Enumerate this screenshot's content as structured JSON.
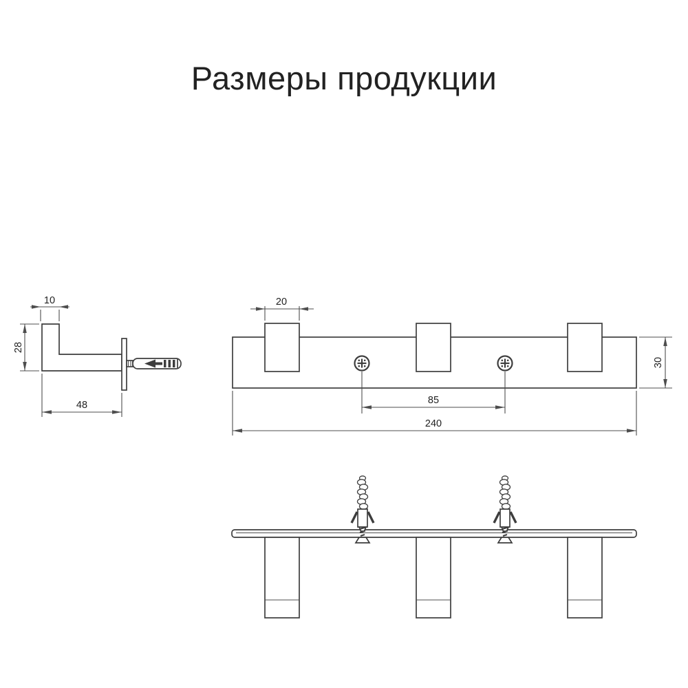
{
  "title": "Размеры продукции",
  "colors": {
    "background": "#ffffff",
    "line": "#3d3d3d",
    "dim": "#4d4d4d",
    "text": "#222222"
  },
  "side_view": {
    "dims": {
      "top_width": "10",
      "height": "28",
      "depth": "48"
    }
  },
  "front_view": {
    "dims": {
      "hook_width": "20",
      "screw_spacing": "85",
      "total_length": "240",
      "rail_height": "30"
    }
  }
}
